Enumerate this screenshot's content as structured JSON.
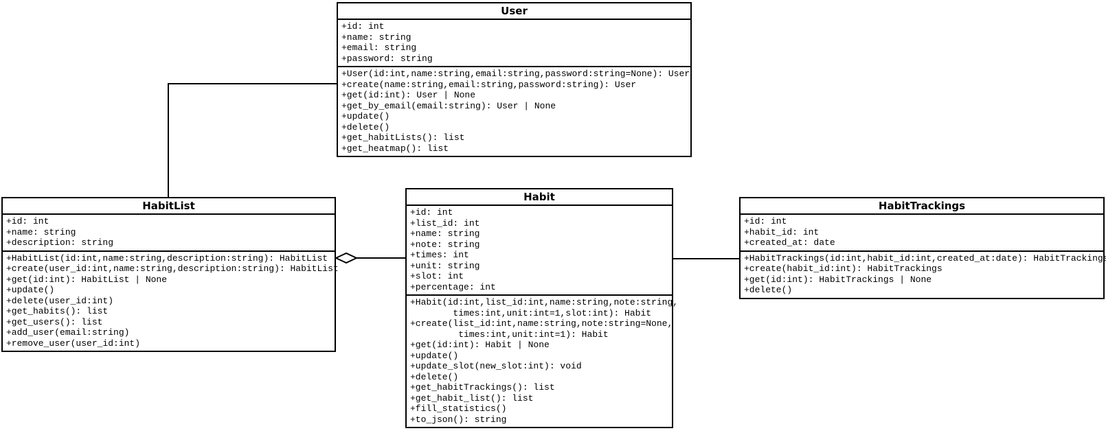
{
  "canvas": {
    "background": "#ffffff",
    "line_color": "#000000",
    "box_background": "#ffffff",
    "text_color": "#000000"
  },
  "classes": [
    {
      "name": "User",
      "attributes": [
        "+id: int",
        "+name: string",
        "+email: string",
        "+password: string"
      ],
      "methods": [
        "+User(id:int,name:string,email:string,password:string=None): User",
        "+create(name:string,email:string,password:string): User",
        "+get(id:int): User | None",
        "+get_by_email(email:string): User | None",
        "+update()",
        "+delete()",
        "+get_habitLists(): list",
        "+get_heatmap(): list"
      ]
    },
    {
      "name": "HabitList",
      "attributes": [
        "+id: int",
        "+name: string",
        "+description: string"
      ],
      "methods": [
        "+HabitList(id:int,name:string,description:string): HabitList",
        "+create(user_id:int,name:string,description:string): HabitList",
        "+get(id:int): HabitList | None",
        "+update()",
        "+delete(user_id:int)",
        "+get_habits(): list",
        "+get_users(): list",
        "+add_user(email:string)",
        "+remove_user(user_id:int)"
      ]
    },
    {
      "name": "Habit",
      "attributes": [
        "+id: int",
        "+list_id: int",
        "+name: string",
        "+note: string",
        "+times: int",
        "+unit: string",
        "+slot: int",
        "+percentage: int"
      ],
      "methods": [
        "+Habit(id:int,list_id:int,name:string,note:string,",
        "        times:int,unit:int=1,slot:int): Habit",
        "+create(list_id:int,name:string,note:string=None,",
        "         times:int,unit:int=1): Habit",
        "+get(id:int): Habit | None",
        "+update()",
        "+update_slot(new_slot:int): void",
        "+delete()",
        "+get_habitTrackings(): list",
        "+get_habit_list(): list",
        "+fill_statistics()",
        "+to_json(): string"
      ]
    },
    {
      "name": "HabitTrackings",
      "attributes": [
        "+id: int",
        "+habit_id: int",
        "+created_at: date"
      ],
      "methods": [
        "+HabitTrackings(id:int,habit_id:int,created_at:date): HabitTrackings",
        "+create(habit_id:int): HabitTrackings",
        "+get(id:int): HabitTrackings | None",
        "+delete()"
      ]
    }
  ],
  "relationships": [
    {
      "from": "User",
      "to": "HabitList",
      "type": "association",
      "shape": "elbow"
    },
    {
      "from": "HabitList",
      "to": "Habit",
      "type": "aggregation",
      "diamond_at": "HabitList"
    },
    {
      "from": "Habit",
      "to": "HabitTrackings",
      "type": "association",
      "shape": "straight"
    }
  ]
}
